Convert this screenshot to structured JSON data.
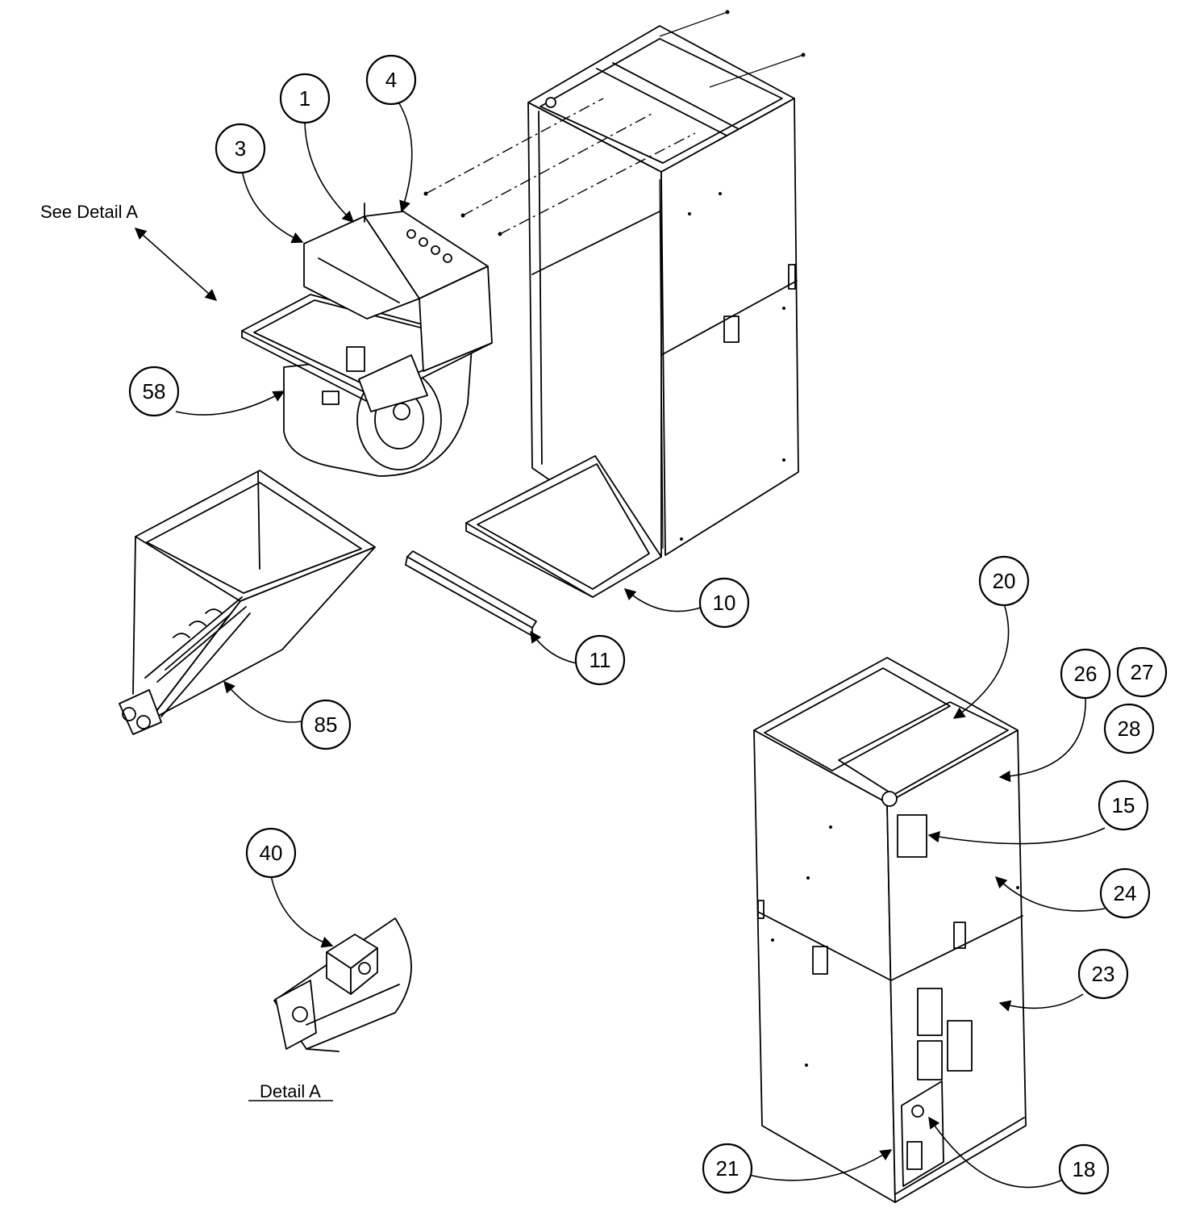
{
  "labels": {
    "see_detail": "See Detail A",
    "detail_title": "Detail A"
  },
  "callouts": [
    {
      "id": "1",
      "text": "1"
    },
    {
      "id": "3",
      "text": "3"
    },
    {
      "id": "4",
      "text": "4"
    },
    {
      "id": "58",
      "text": "58"
    },
    {
      "id": "10",
      "text": "10"
    },
    {
      "id": "11",
      "text": "11"
    },
    {
      "id": "85",
      "text": "85"
    },
    {
      "id": "40",
      "text": "40"
    },
    {
      "id": "20",
      "text": "20"
    },
    {
      "id": "26",
      "text": "26"
    },
    {
      "id": "27",
      "text": "27"
    },
    {
      "id": "28",
      "text": "28"
    },
    {
      "id": "15",
      "text": "15"
    },
    {
      "id": "24",
      "text": "24"
    },
    {
      "id": "23",
      "text": "23"
    },
    {
      "id": "21",
      "text": "21"
    },
    {
      "id": "18",
      "text": "18"
    }
  ]
}
